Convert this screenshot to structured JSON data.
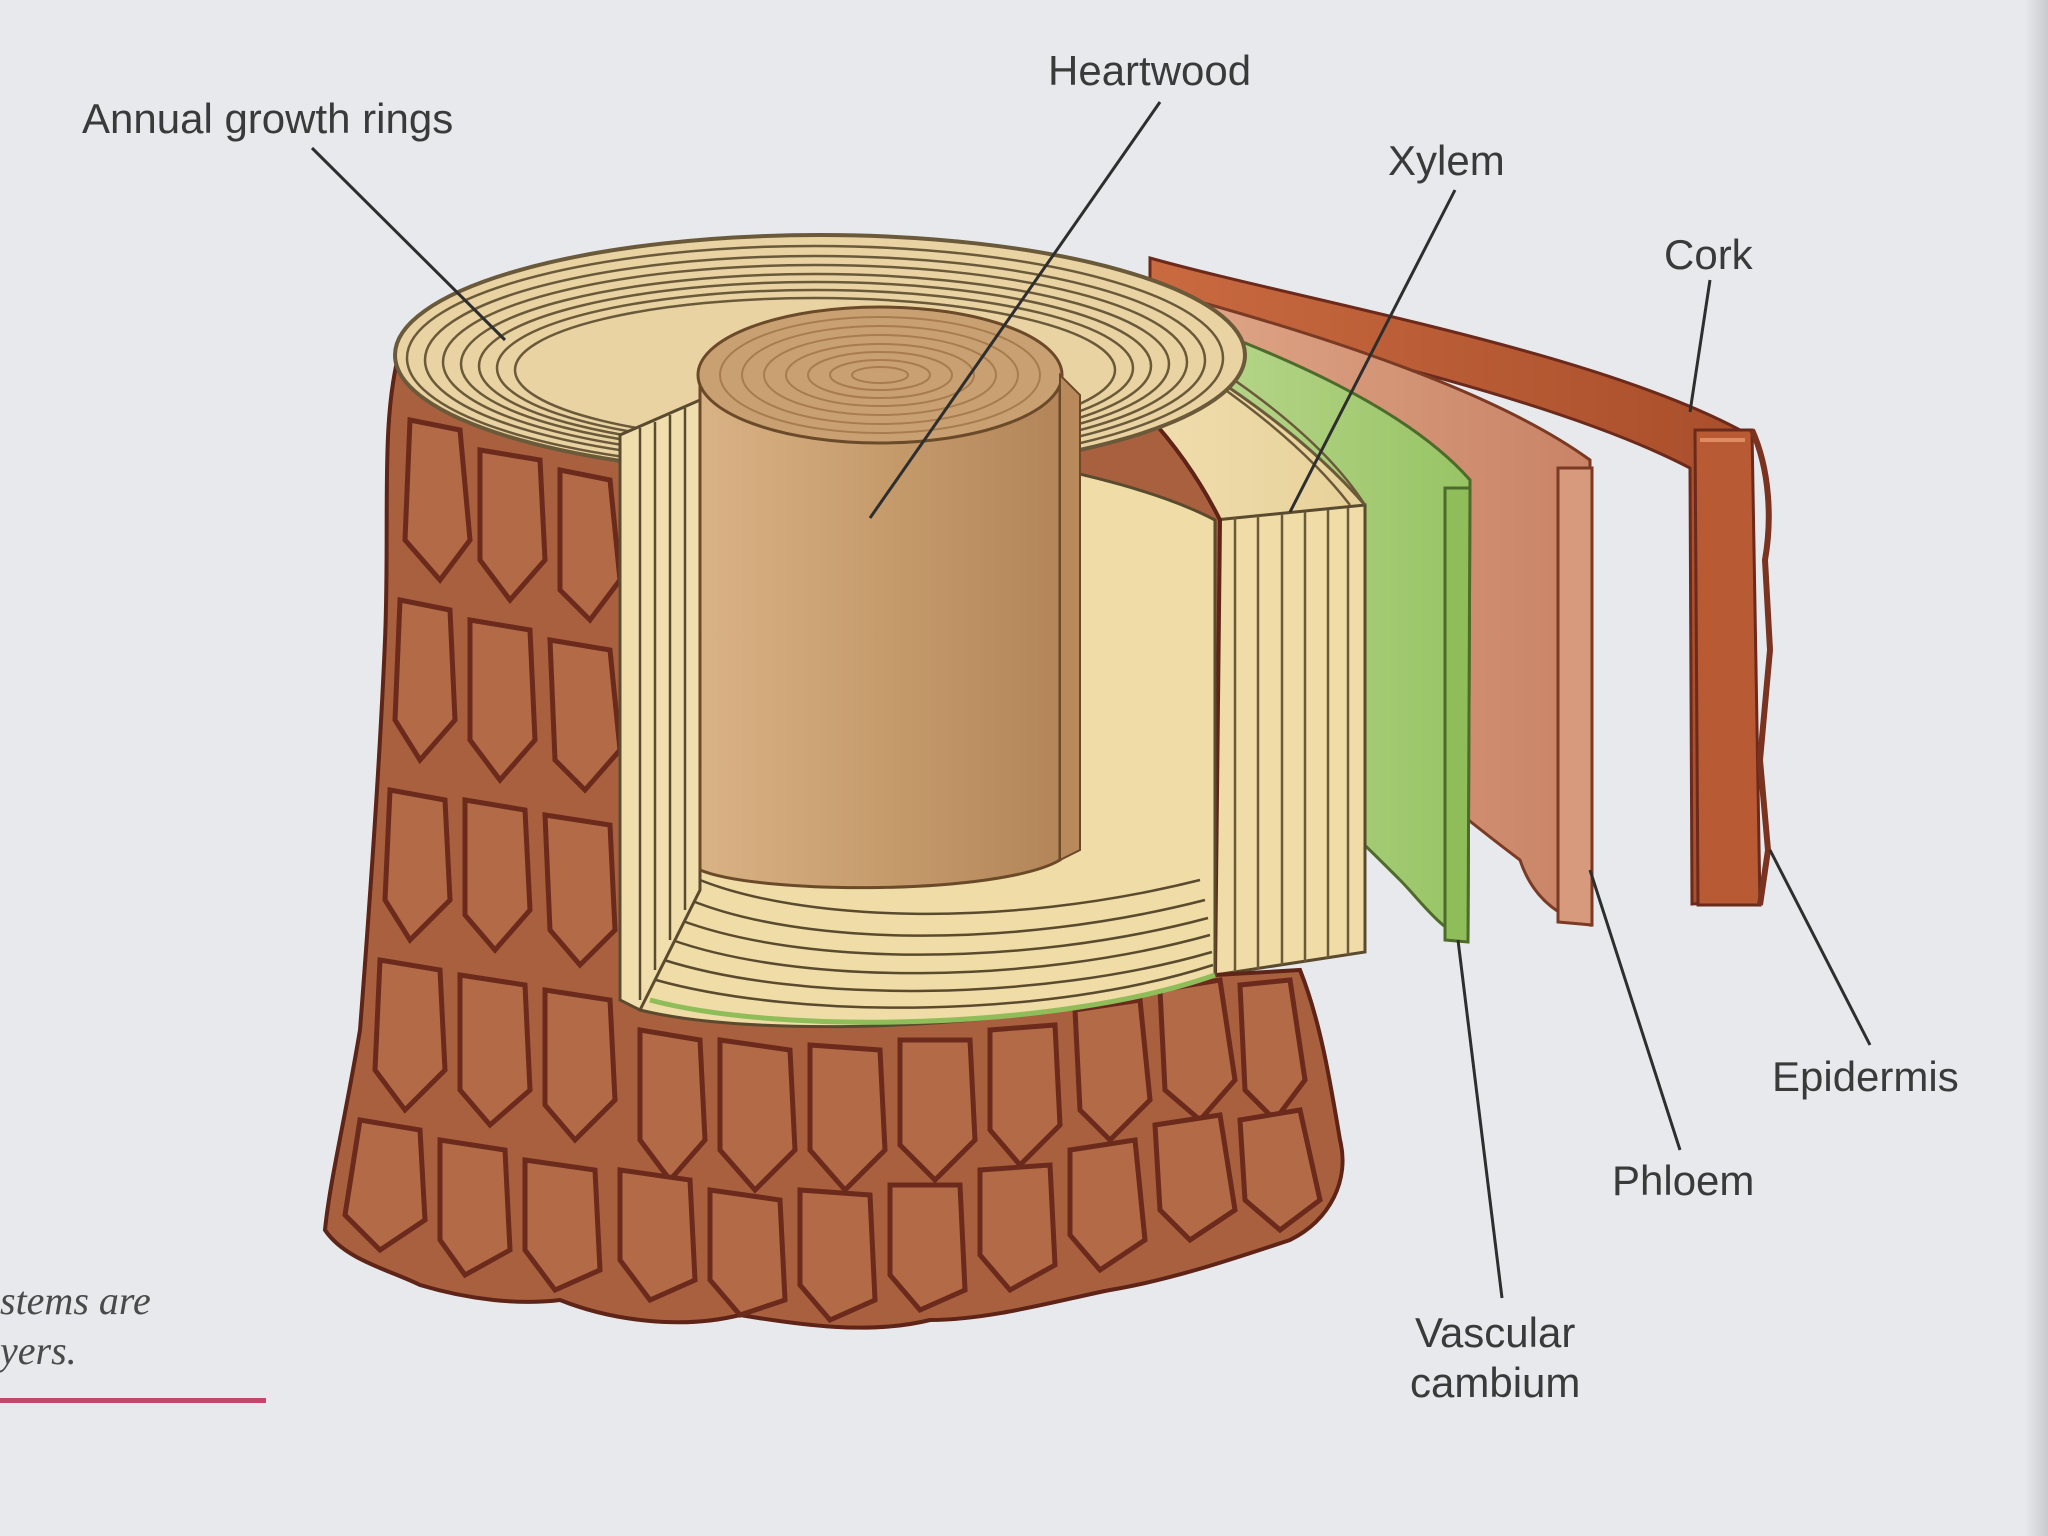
{
  "diagram": {
    "labels": {
      "annual_growth_rings": "Annual growth rings",
      "heartwood": "Heartwood",
      "xylem": "Xylem",
      "cork": "Cork",
      "epidermis": "Epidermis",
      "phloem": "Phloem",
      "vascular_cambium_line1": "Vascular",
      "vascular_cambium_line2": "cambium"
    },
    "caption": {
      "line1": "stems are",
      "line2": "yers."
    },
    "colors": {
      "background": "#e8e9ec",
      "bark": "#a8603f",
      "bark_crack": "#6b2a1c",
      "heartwood": "#c9a071",
      "sapwood": "#eedcaa",
      "vascular_cambium": "#a9cf79",
      "phloem": "#d49477",
      "cork": "#bd5e36",
      "leader_line": "#2e2e2e",
      "caption_rule": "#c2476a"
    }
  }
}
